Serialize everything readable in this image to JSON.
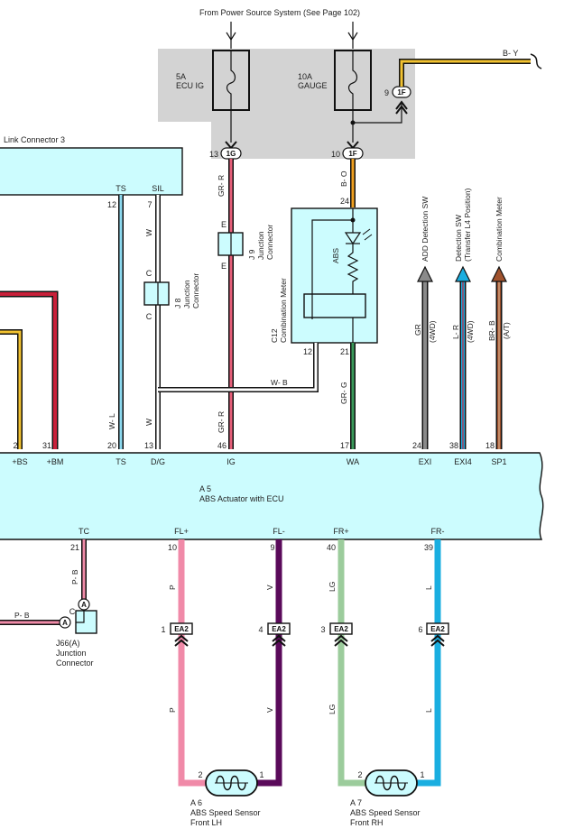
{
  "header": {
    "power_source": "From Power Source System (See Page 102)"
  },
  "fuses": {
    "ecu_ig": {
      "rating": "5A",
      "name": "ECU IG"
    },
    "gauge": {
      "rating": "10A",
      "name": "GAUGE"
    }
  },
  "connectors": {
    "c_1g": "1G",
    "c_1f_left": "1F",
    "c_1f_right": "1F",
    "pin_13": "13",
    "pin_10": "10",
    "pin_9": "9",
    "ea2": "EA2",
    "ea2_pins": [
      "1",
      "4",
      "3",
      "6"
    ],
    "c_a": "A"
  },
  "wires": {
    "b_y": "B- Y",
    "gr_r": "GR- R",
    "b_o": "B- O",
    "w": "W",
    "w_l": "W- L",
    "w_b": "W- B",
    "gr_g": "GR- G",
    "gr": "GR",
    "l_r": "L- R",
    "br_b": "BR- B",
    "p_b": "P- B",
    "p": "P",
    "v": "V",
    "lg": "LG",
    "l": "L",
    "four_wd": "(4WD)",
    "a_t": "(A/T)"
  },
  "link_connector": {
    "label": "Link Connector 3",
    "ts": "TS",
    "sil": "SIL",
    "pin_ts": "12",
    "pin_sil": "7"
  },
  "junction_j9": {
    "id": "J 9",
    "line1": "Junction",
    "line2": "Connector",
    "pin": "E"
  },
  "junction_j8": {
    "id": "J 8",
    "line1": "Junction",
    "line2": "Connector",
    "pin": "C"
  },
  "combination_meter": {
    "id": "C12",
    "name": "Combination Meter",
    "abs_label": "ABS",
    "pin_in": "24",
    "pin_12": "12",
    "pin_21": "21"
  },
  "external": {
    "add_detection": "ADD Detection SW",
    "detection_sw": "Detection SW",
    "transfer": "(Transfer L4 Position)",
    "combination_meter": "Combination Meter"
  },
  "actuator": {
    "id": "A 5",
    "name": "ABS Actuator with ECU",
    "top_pins": [
      {
        "num": "2",
        "name": "+BS"
      },
      {
        "num": "31",
        "name": "+BM"
      },
      {
        "num": "20",
        "name": "TS"
      },
      {
        "num": "13",
        "name": "D/G"
      },
      {
        "num": "46",
        "name": "IG"
      },
      {
        "num": "17",
        "name": "WA"
      },
      {
        "num": "24",
        "name": "EXI"
      },
      {
        "num": "38",
        "name": "EXI4"
      },
      {
        "num": "18",
        "name": "SP1"
      }
    ],
    "bottom_pins": [
      {
        "num": "21",
        "name": "TC"
      },
      {
        "num": "10",
        "name": "FL+"
      },
      {
        "num": "9",
        "name": "FL-"
      },
      {
        "num": "40",
        "name": "FR+"
      },
      {
        "num": "39",
        "name": "FR-"
      }
    ]
  },
  "junction_j66": {
    "id": "J66(A)",
    "line1": "Junction",
    "line2": "Connector",
    "pin": "C"
  },
  "sensors": {
    "front_lh": {
      "id": "A 6",
      "line1": "ABS Speed Sensor",
      "line2": "Front LH",
      "pin_left": "2",
      "pin_right": "1"
    },
    "front_rh": {
      "id": "A 7",
      "line1": "ABS Speed Sensor",
      "line2": "Front RH",
      "pin_left": "2",
      "pin_right": "1"
    }
  },
  "colors": {
    "fuse_area": "#d3d3d3",
    "component_fill": "#ccfcfe",
    "wire_pink": "#f08aa8",
    "wire_violet": "#5a0a5a",
    "wire_lightgreen": "#9ccc9c",
    "wire_blue": "#1aaee0",
    "wire_gray": "#8a8a8a",
    "wire_brown": "#a0522d",
    "wire_red": "#c8203a",
    "wire_yellow": "#f2c230",
    "wire_orange": "#f0a020",
    "wire_green": "#3a9a5a",
    "wire_lightblue": "#8cd8ee"
  }
}
